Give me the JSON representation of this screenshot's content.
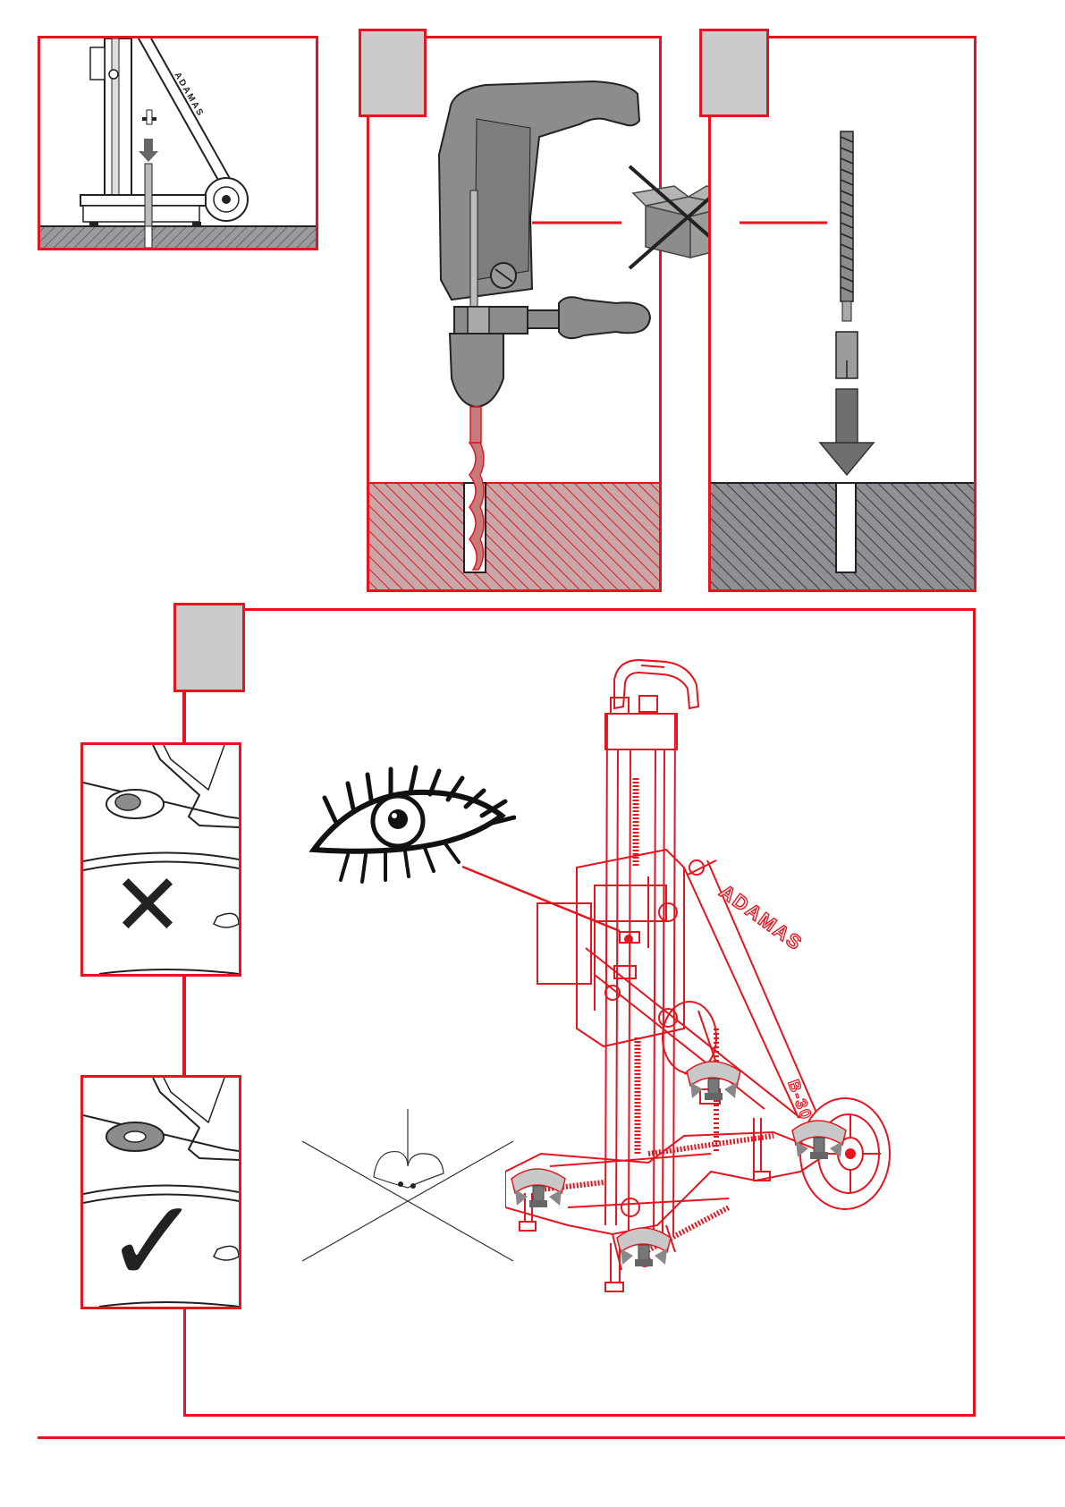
{
  "document": {
    "type": "assembly instruction illustration page",
    "accent_color": "#e3161f",
    "tab_color": "#cbcbcb",
    "hatch_gray": "#8f9096",
    "drill_gray": "#8c8c8c"
  },
  "panels": [
    {
      "name": "stand-on-floor",
      "icons": [
        "drill-stand-icon",
        "anchor-bolt-icon",
        "down-arrow-icon"
      ]
    },
    {
      "name": "drill-hole",
      "icons": [
        "hammer-drill-icon",
        "drill-bit-icon"
      ]
    },
    {
      "name": "insert-anchor",
      "icons": [
        "threaded-rod-icon",
        "anchor-sleeve-icon",
        "down-arrow-icon"
      ]
    },
    {
      "name": "level-stand",
      "icons": [
        "eye-icon",
        "level-bubble-icon",
        "core-drill-stand-icon",
        "leveling-screw-icon"
      ]
    }
  ],
  "stand_brand": "ADAMAS",
  "stand_model": "B-30",
  "marks": {
    "wrong": "✕",
    "correct": "✓"
  }
}
